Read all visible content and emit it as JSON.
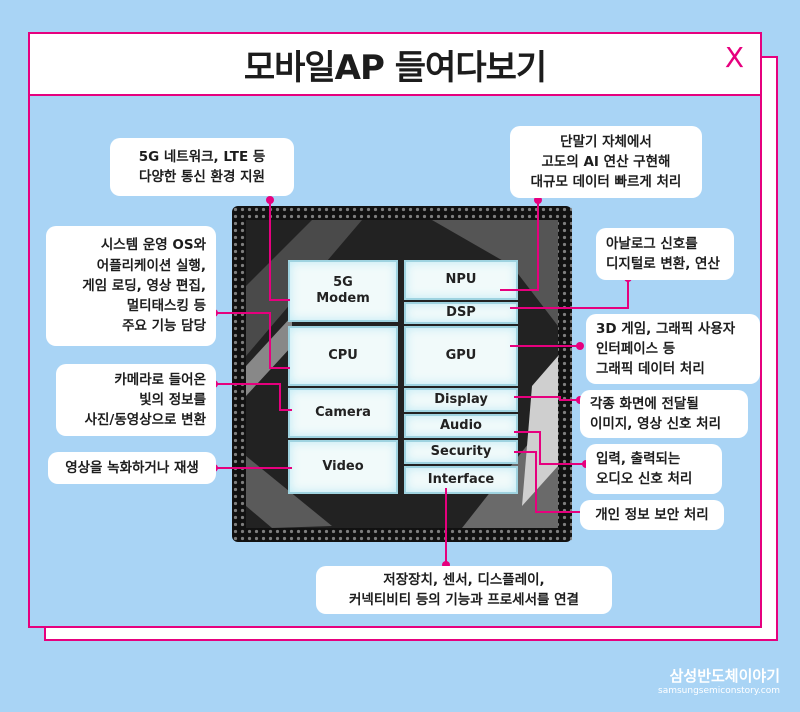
{
  "header": {
    "title": "모바일AP 들여다보기",
    "close_label": "X"
  },
  "chip_blocks": {
    "modem": "5G\nModem",
    "npu": "NPU",
    "dsp": "DSP",
    "cpu": "CPU",
    "gpu": "GPU",
    "camera": "Camera",
    "display": "Display",
    "audio": "Audio",
    "security": "Security",
    "video": "Video",
    "interface": "Interface"
  },
  "callouts": {
    "modem": "5G 네트워크, LTE 등\n다양한 통신 환경 지원",
    "npu": "단말기 자체에서\n고도의 AI 연산 구현해\n대규모 데이터 빠르게 처리",
    "cpu": "시스템 운영 OS와\n어플리케이션 실행,\n게임 로딩, 영상 편집,\n멀티태스킹 등\n주요 기능 담당",
    "dsp": "아날로그 신호를\n디지털로 변환, 연산",
    "gpu": "3D 게임, 그래픽 사용자\n인터페이스 등\n그래픽 데이터 처리",
    "camera": "카메라로 들어온\n빛의 정보를\n사진/동영상으로 변환",
    "display": "각종 화면에 전달될\n이미지, 영상 신호 처리",
    "audio": "입력, 출력되는\n오디오 신호 처리",
    "video": "영상을 녹화하거나 재생",
    "security": "개인 정보 보안 처리",
    "interface": "저장장치, 센서, 디스플레이,\n커넥티비티 등의 기능과 프로세서를 연결"
  },
  "brand": {
    "name": "삼성반도체이야기",
    "url": "samsungsemiconstory.com"
  },
  "colors": {
    "accent": "#e6007e",
    "background": "#a9d4f5",
    "chip": "#111111",
    "block_border": "#9fd3e0"
  }
}
